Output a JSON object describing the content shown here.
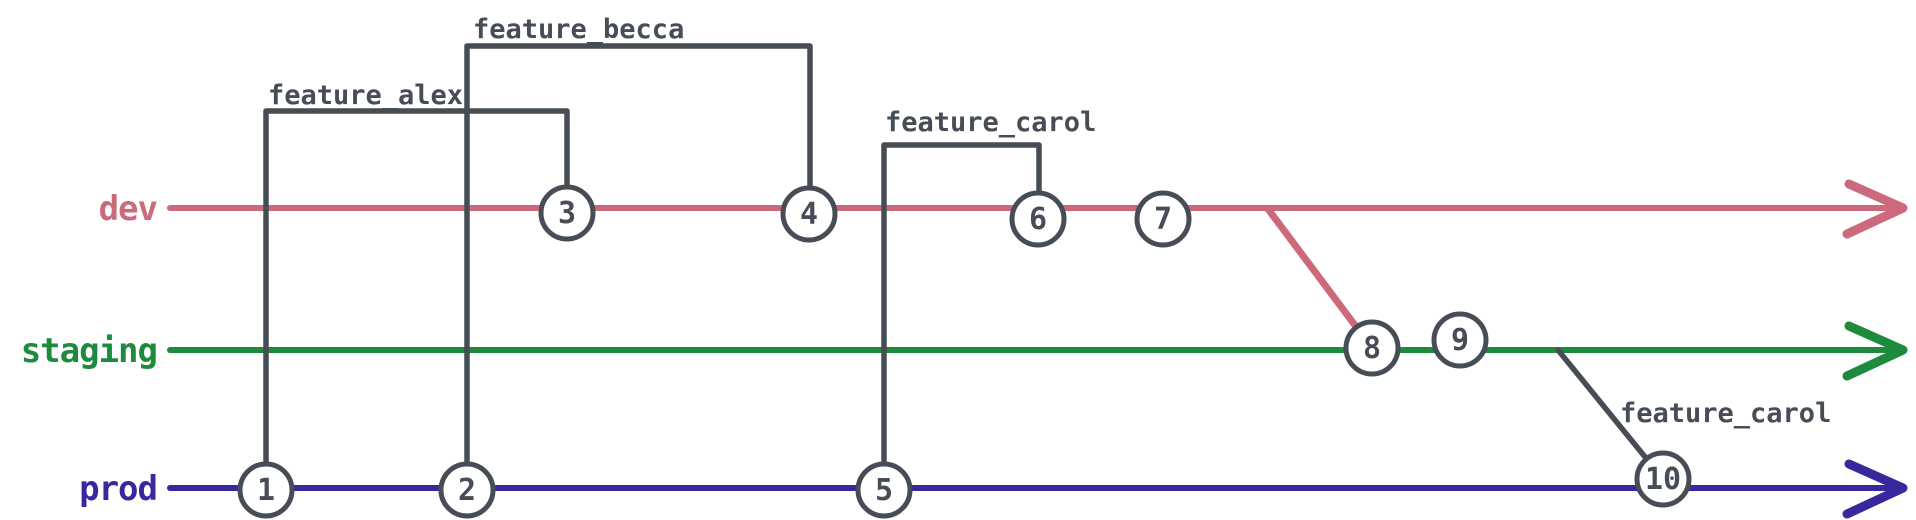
{
  "diagram": {
    "type": "git-branch-graph",
    "description": "Three long-lived branches (dev, staging, prod) with feature branch loops and numbered commits 1-10"
  },
  "colors": {
    "dev": "#cc6a7c",
    "staging": "#1e8a3e",
    "prod": "#38289d",
    "slate": "#474d57",
    "background": "#ffffff"
  },
  "branches": [
    {
      "name": "dev",
      "color": "#cc6a7c",
      "commits": [
        "3",
        "4",
        "6",
        "7"
      ]
    },
    {
      "name": "staging",
      "color": "#1e8a3e",
      "commits": [
        "8",
        "9"
      ]
    },
    {
      "name": "prod",
      "color": "#38289d",
      "commits": [
        "1",
        "2",
        "5",
        "10"
      ]
    }
  ],
  "commits": [
    {
      "label": "1",
      "branch": "prod"
    },
    {
      "label": "2",
      "branch": "prod"
    },
    {
      "label": "3",
      "branch": "dev"
    },
    {
      "label": "4",
      "branch": "dev"
    },
    {
      "label": "5",
      "branch": "prod"
    },
    {
      "label": "6",
      "branch": "dev"
    },
    {
      "label": "7",
      "branch": "dev"
    },
    {
      "label": "8",
      "branch": "staging"
    },
    {
      "label": "9",
      "branch": "staging"
    },
    {
      "label": "10",
      "branch": "prod"
    }
  ],
  "feature_labels": [
    {
      "text": "feature_alex"
    },
    {
      "text": "feature_becca"
    },
    {
      "text": "feature_carol"
    },
    {
      "text": "feature_carol"
    }
  ],
  "connections": [
    {
      "name": "feature_alex",
      "from_commit": "1",
      "from_branch": "prod",
      "to_commit": "3",
      "to_branch": "dev"
    },
    {
      "name": "feature_becca",
      "from_commit": "2",
      "from_branch": "prod",
      "to_commit": "4",
      "to_branch": "dev"
    },
    {
      "name": "feature_carol",
      "from_commit": "5",
      "from_branch": "prod",
      "to_commit": "6",
      "to_branch": "dev"
    },
    {
      "name": "dev-merge",
      "from_branch": "dev",
      "to_commit": "8",
      "to_branch": "staging"
    },
    {
      "name": "feature_carol",
      "from_branch": "staging",
      "to_commit": "10",
      "to_branch": "prod"
    }
  ]
}
